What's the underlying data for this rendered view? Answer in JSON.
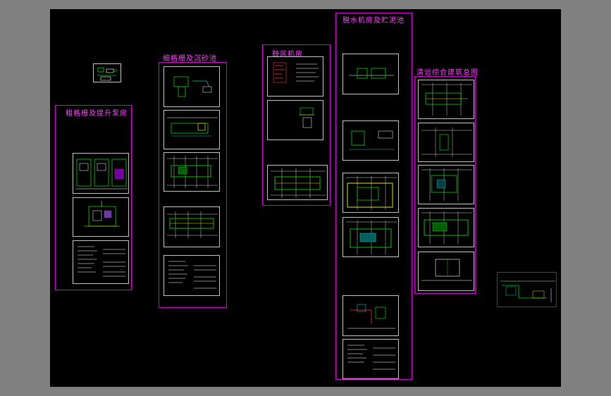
{
  "viewport": {
    "background": "#808080",
    "drawing_background": "#000000"
  },
  "colors": {
    "frame": "#d000d0",
    "title": "#ff40ff",
    "sheet_border": "#bfbfbf",
    "green": "#00d000",
    "yellow": "#e0e000",
    "red": "#ff3030",
    "white": "#ffffff",
    "cyan": "#00c0c0"
  },
  "groups": [
    {
      "id": "coarse-screen",
      "title": "粗格栅及提升泵房"
    },
    {
      "id": "fine-screen",
      "title": "细格栅及沉砂池"
    },
    {
      "id": "blower-room",
      "title": "鼓风机房"
    },
    {
      "id": "dewatering",
      "title": "脱水机房及贮泥池"
    },
    {
      "id": "overview",
      "title": "清远综合建筑总图"
    }
  ]
}
